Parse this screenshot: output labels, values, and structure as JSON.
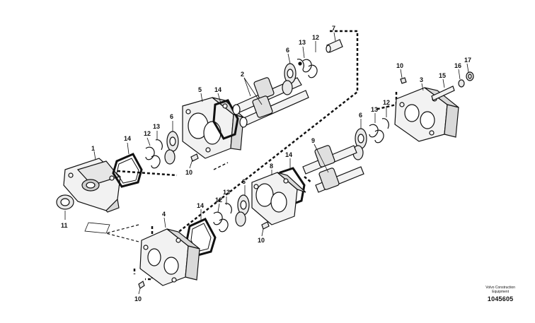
{
  "diagram": {
    "part_numbers": {
      "p1": "1",
      "p2": "2",
      "p3": "3",
      "p4": "4",
      "p5": "5",
      "p6": "6",
      "p7": "7",
      "p8": "8",
      "p9": "9",
      "p10": "10",
      "p11": "11",
      "p12": "12",
      "p13": "13",
      "p14": "14",
      "p15": "15",
      "p16": "16",
      "p17": "17"
    }
  },
  "credit": {
    "line1": "Volvo Construction",
    "line2": "Equipment",
    "code": "1045605"
  },
  "colors": {
    "ink": "#111111",
    "fill_light": "#f2f2f2",
    "fill_mid": "#d9d9d9"
  }
}
